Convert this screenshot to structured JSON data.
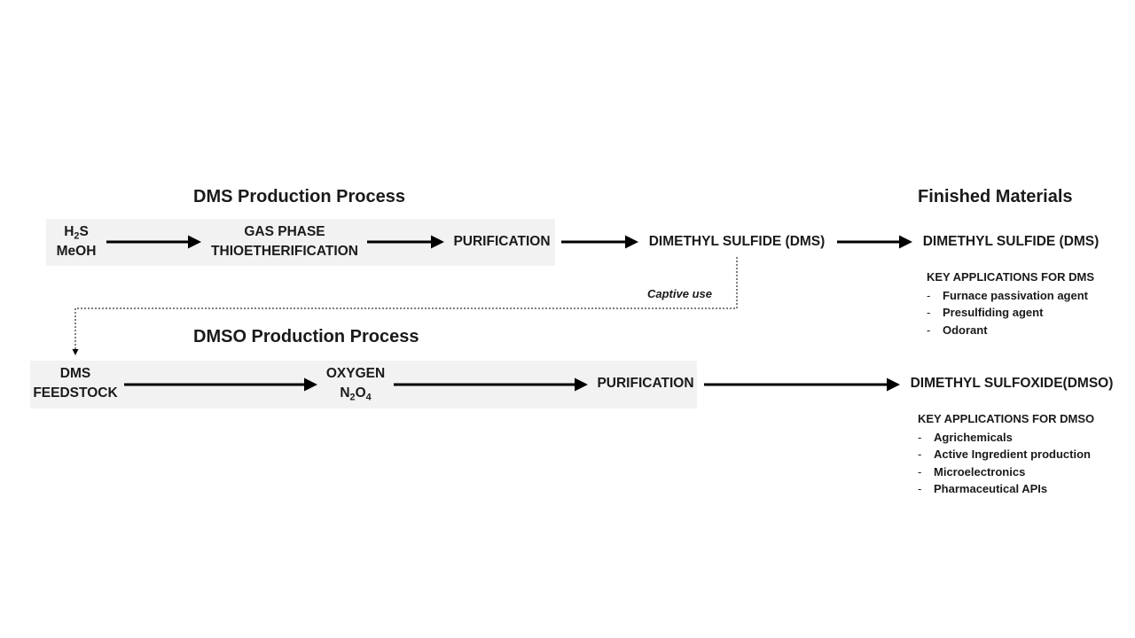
{
  "titles": {
    "dms_process": "DMS Production Process",
    "finished": "Finished Materials",
    "dmso_process": "DMSO Production Process"
  },
  "dms_row": {
    "feed_line1_base": "H",
    "feed_line1_sub": "2",
    "feed_line1_tail": "S",
    "feed_line2": "MeOH",
    "reaction_line1": "GAS PHASE",
    "reaction_line2": "THIOETHERIFICATION",
    "purification": "PURIFICATION",
    "product": "DIMETHYL SULFIDE (DMS)",
    "finished": "DIMETHYL SULFIDE (DMS)"
  },
  "captive_label": "Captive use",
  "dmso_row": {
    "feed_line1": "DMS",
    "feed_line2": "FEEDSTOCK",
    "oxidant_line1": "OXYGEN",
    "oxidant_line2_a": "N",
    "oxidant_line2_sub1": "2",
    "oxidant_line2_b": "O",
    "oxidant_line2_sub2": "4",
    "purification": "PURIFICATION",
    "finished": "DIMETHYL SULFOXIDE(DMSO)"
  },
  "dms_applications": {
    "heading": "KEY APPLICATIONS FOR DMS",
    "items": [
      "Furnace passivation agent",
      "Presulfiding agent",
      "Odorant"
    ]
  },
  "dmso_applications": {
    "heading": "KEY APPLICATIONS FOR DMSO",
    "items": [
      "Agrichemicals",
      "Active Ingredient production",
      "Microelectronics",
      "Pharmaceutical APIs"
    ]
  }
}
